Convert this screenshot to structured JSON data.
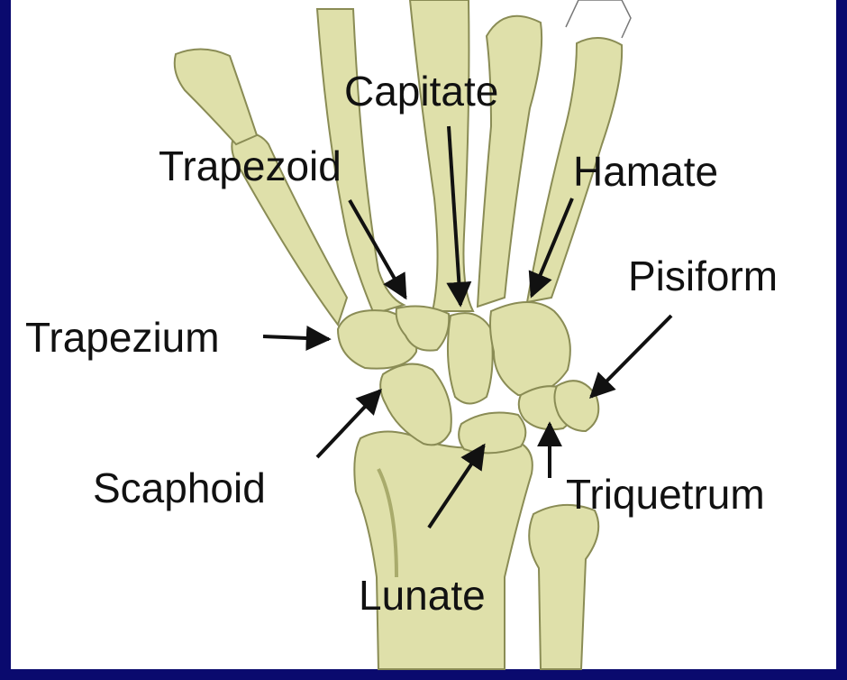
{
  "colors": {
    "slide_border": "#0a0a6e",
    "paper": "#ffffff",
    "bone": "#dfe0aa",
    "bone_shadow": "#a9ab6c",
    "bone_outline": "#8a8c55",
    "ink": "#111111"
  },
  "labels": {
    "capitate": "Capitate",
    "trapezoid": "Trapezoid",
    "hamate": "Hamate",
    "pisiform": "Pisiform",
    "trapezium": "Trapezium",
    "scaphoid": "Scaphoid",
    "triquetrum": "Triquetrum",
    "lunate": "Lunate"
  }
}
